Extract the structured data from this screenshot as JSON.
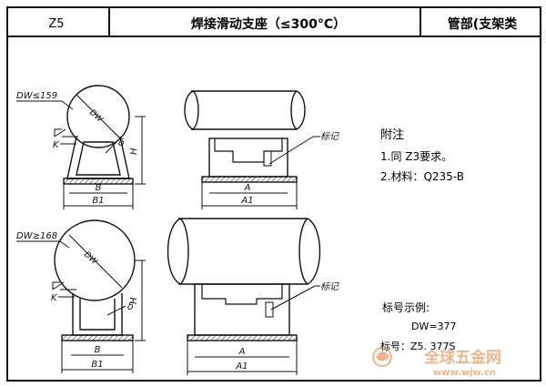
{
  "header": {
    "code": "Z5",
    "title": "焊接滑动支座（≤300°C）",
    "category": "管部(支架类"
  },
  "upper_view": {
    "dw_label": "DW≤159",
    "pipe_dia_label": "DW",
    "kh_label": "K",
    "delta_label": "δ",
    "h_label": "H",
    "b_label": "B",
    "b1_label": "B1",
    "a_label": "A",
    "a1_label": "A1",
    "mark_label": "标记"
  },
  "lower_view": {
    "dw_label": "DW≥168",
    "pipe_dia_label": "DW",
    "kh_label": "K",
    "delta_label": "δ",
    "h_label": "H",
    "b_label": "B",
    "b1_label": "B1",
    "a_label": "A",
    "a1_label": "A1",
    "mark_label": "标记"
  },
  "notes": {
    "title": "附注",
    "line1": "1.同 Z3要求。",
    "line2": "2.材料：Q235-B"
  },
  "example": {
    "title": "标号示例:",
    "dw": "DW=377",
    "mark": "标号：Z5. 377S"
  },
  "watermark": {
    "main": "全球五金网",
    "url": "www.wjw.cn"
  }
}
